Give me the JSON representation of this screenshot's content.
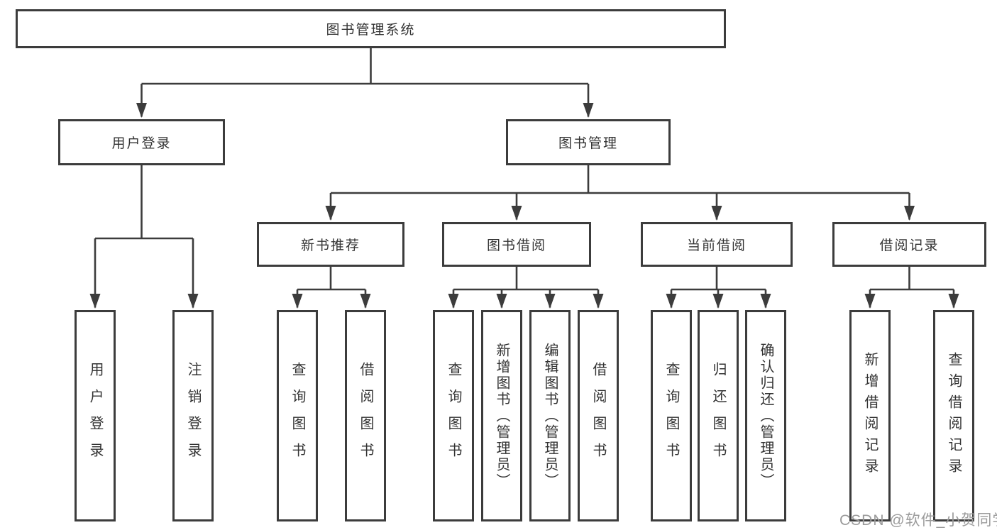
{
  "colors": {
    "line": "#3c3c3c",
    "box_border": "#3c3c3c",
    "text": "#333333",
    "watermark": "#9b9b9b",
    "background": "#ffffff"
  },
  "watermark": "CSDN @软件_小贺同学",
  "tree": {
    "root": "图书管理系统",
    "children": [
      {
        "label": "用户登录",
        "children": [
          "用户登录",
          "注销登录"
        ]
      },
      {
        "label": "图书管理",
        "children": [
          {
            "label": "新书推荐",
            "children": [
              "查询图书",
              "借阅图书"
            ]
          },
          {
            "label": "图书借阅",
            "children": [
              "查询图书",
              "新增图书（管理员）",
              "编辑图书（管理员）",
              "借阅图书"
            ]
          },
          {
            "label": "当前借阅",
            "children": [
              "查询图书",
              "归还图书",
              "确认归还（管理员）"
            ]
          },
          {
            "label": "借阅记录",
            "children": [
              "新增借阅记录",
              "查询借阅记录"
            ]
          }
        ]
      }
    ]
  }
}
